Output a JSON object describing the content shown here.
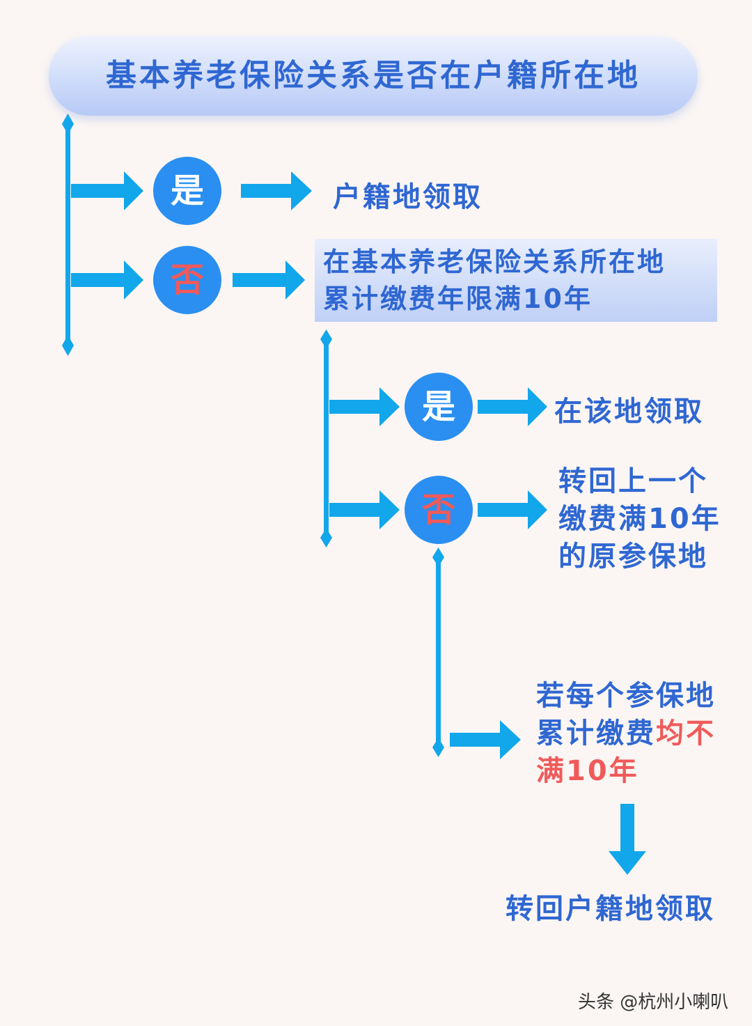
{
  "title": "基本养老保险关系是否在户籍所在地",
  "level1": {
    "yes": {
      "badge": "是",
      "result": "户籍地领取"
    },
    "no": {
      "badge": "否",
      "condition_line1": "在基本养老保险关系所在地",
      "condition_line2": "累计缴费年限满10年"
    }
  },
  "level2": {
    "yes": {
      "badge": "是",
      "result": "在该地领取"
    },
    "no": {
      "badge": "否",
      "result_line1": "转回上一个",
      "result_line2": "缴费满10年",
      "result_line3": "的原参保地"
    }
  },
  "level3": {
    "condition_line1": "若每个参保地",
    "condition_line2_part1": "累计缴费",
    "condition_line2_part2": "均不",
    "condition_line3": "满10年",
    "result": "转回户籍地领取"
  },
  "watermark": "头条 @杭州小喇叭",
  "colors": {
    "primary_blue": "#2f67d2",
    "arrow_blue": "#12a6ea",
    "circle_blue": "#2a8ff0",
    "highlight_red": "#f05a5a",
    "background": "#fbf6f4"
  }
}
